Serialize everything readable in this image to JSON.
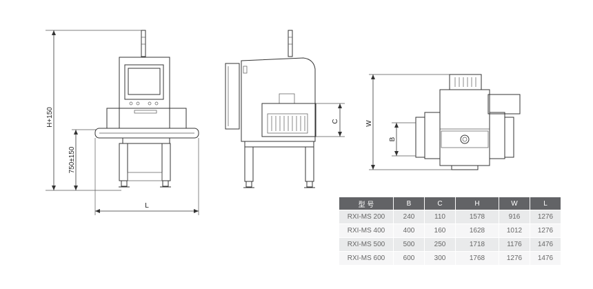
{
  "dimensions": {
    "h_plus_150": "H+150",
    "conveyor_height": "750±150",
    "length": "L",
    "width": "W",
    "b": "B",
    "c": "C"
  },
  "spec_table": {
    "headers": [
      "型 号",
      "B",
      "C",
      "H",
      "W",
      "L"
    ],
    "rows": [
      [
        "RXI-MS 200",
        "240",
        "110",
        "1578",
        "916",
        "1276"
      ],
      [
        "RXI-MS 400",
        "400",
        "160",
        "1628",
        "1012",
        "1276"
      ],
      [
        "RXI-MS 500",
        "500",
        "250",
        "1718",
        "1176",
        "1476"
      ],
      [
        "RXI-MS 600",
        "600",
        "300",
        "1768",
        "1276",
        "1476"
      ]
    ]
  }
}
